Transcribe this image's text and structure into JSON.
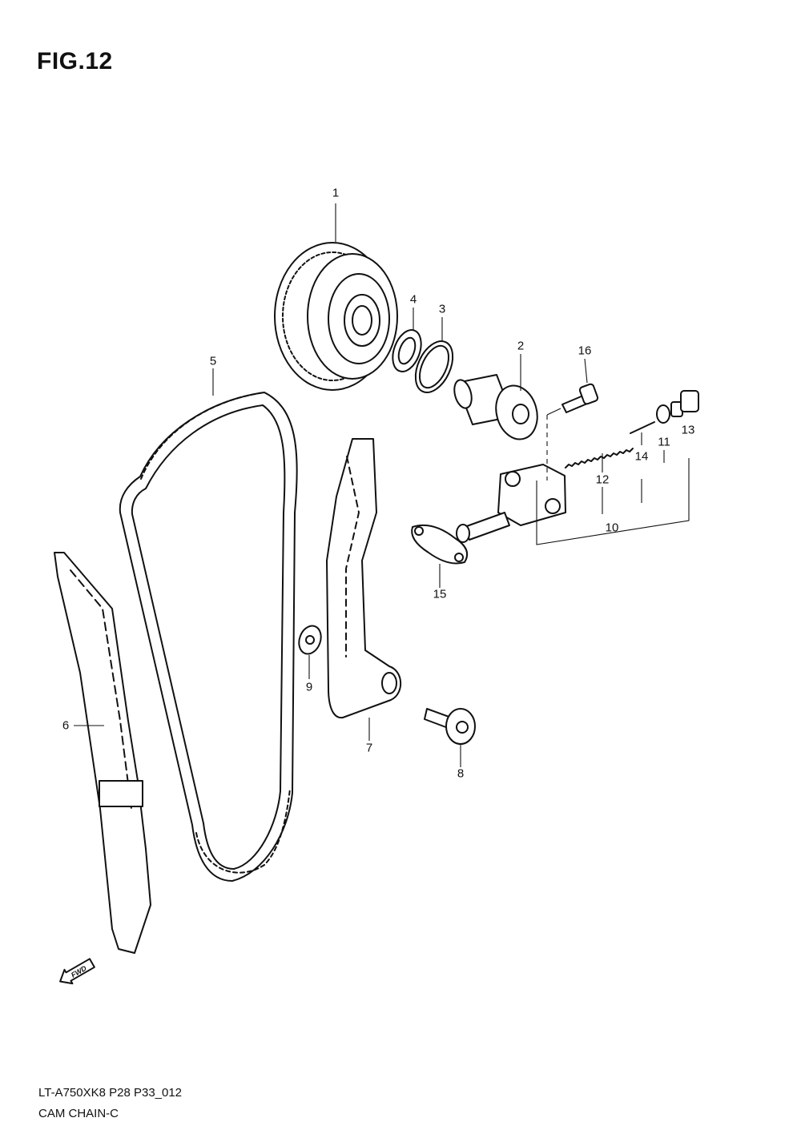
{
  "figure": {
    "title": "FIG.12"
  },
  "callouts": [
    {
      "id": "1",
      "label": "1"
    },
    {
      "id": "2",
      "label": "2"
    },
    {
      "id": "3",
      "label": "3"
    },
    {
      "id": "4",
      "label": "4"
    },
    {
      "id": "5",
      "label": "5"
    },
    {
      "id": "6",
      "label": "6"
    },
    {
      "id": "7",
      "label": "7"
    },
    {
      "id": "8",
      "label": "8"
    },
    {
      "id": "9",
      "label": "9"
    },
    {
      "id": "10",
      "label": "10"
    },
    {
      "id": "11",
      "label": "11"
    },
    {
      "id": "12",
      "label": "12"
    },
    {
      "id": "13",
      "label": "13"
    },
    {
      "id": "14",
      "label": "14"
    },
    {
      "id": "15",
      "label": "15"
    },
    {
      "id": "16",
      "label": "16"
    }
  ],
  "fwd_badge": "FWD",
  "footer": {
    "code": "LT-A750XK8 P28 P33_012",
    "caption": "CAM CHAIN-C"
  }
}
